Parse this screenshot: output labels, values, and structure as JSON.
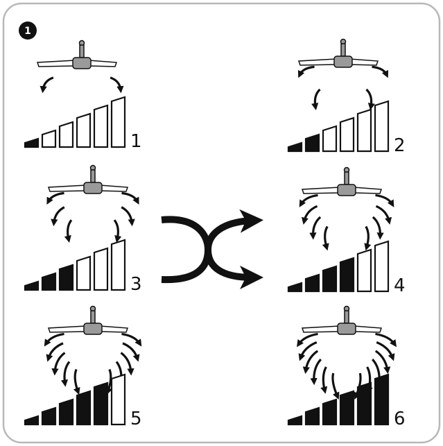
{
  "badge": {
    "number": "1"
  },
  "colors": {
    "frame": "#b8b8b8",
    "ink": "#111111",
    "fan_body": "#9a9a9a",
    "blade": "#ffffff"
  },
  "speeds": [
    {
      "label": "1",
      "level": 1,
      "bars": 6,
      "fill": "#111111"
    },
    {
      "label": "2",
      "level": 2,
      "bars": 6,
      "fill": "#111111"
    },
    {
      "label": "3",
      "level": 3,
      "bars": 6,
      "fill": "#111111"
    },
    {
      "label": "4",
      "level": 4,
      "bars": 6,
      "fill": "#111111"
    },
    {
      "label": "5",
      "level": 5,
      "bars": 6,
      "fill": "#111111"
    },
    {
      "label": "6",
      "level": 6,
      "bars": 6,
      "fill": "#111111"
    }
  ],
  "center_icon": "crossing-arrows-icon"
}
